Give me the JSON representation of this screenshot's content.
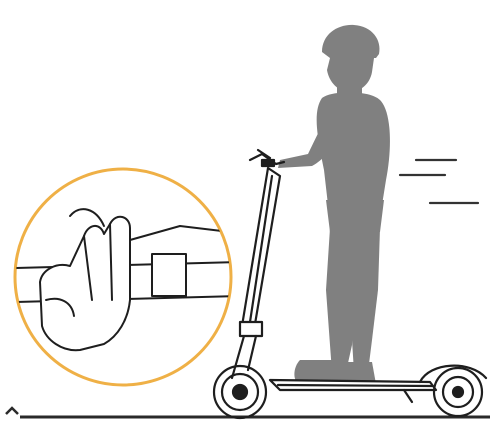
{
  "illustration": {
    "subject": "person-riding-electric-scooter",
    "detail_inset": "hand-squeezing-brake-lever",
    "colors": {
      "rider_silhouette": "#808080",
      "line_art": "#1e1e1e",
      "inset_ring": "#efb046",
      "ground": "#2a2a2a",
      "background": "#ffffff"
    },
    "icons": [
      "rider-silhouette",
      "scooter",
      "brake-lever-hand",
      "motion-lines"
    ]
  }
}
